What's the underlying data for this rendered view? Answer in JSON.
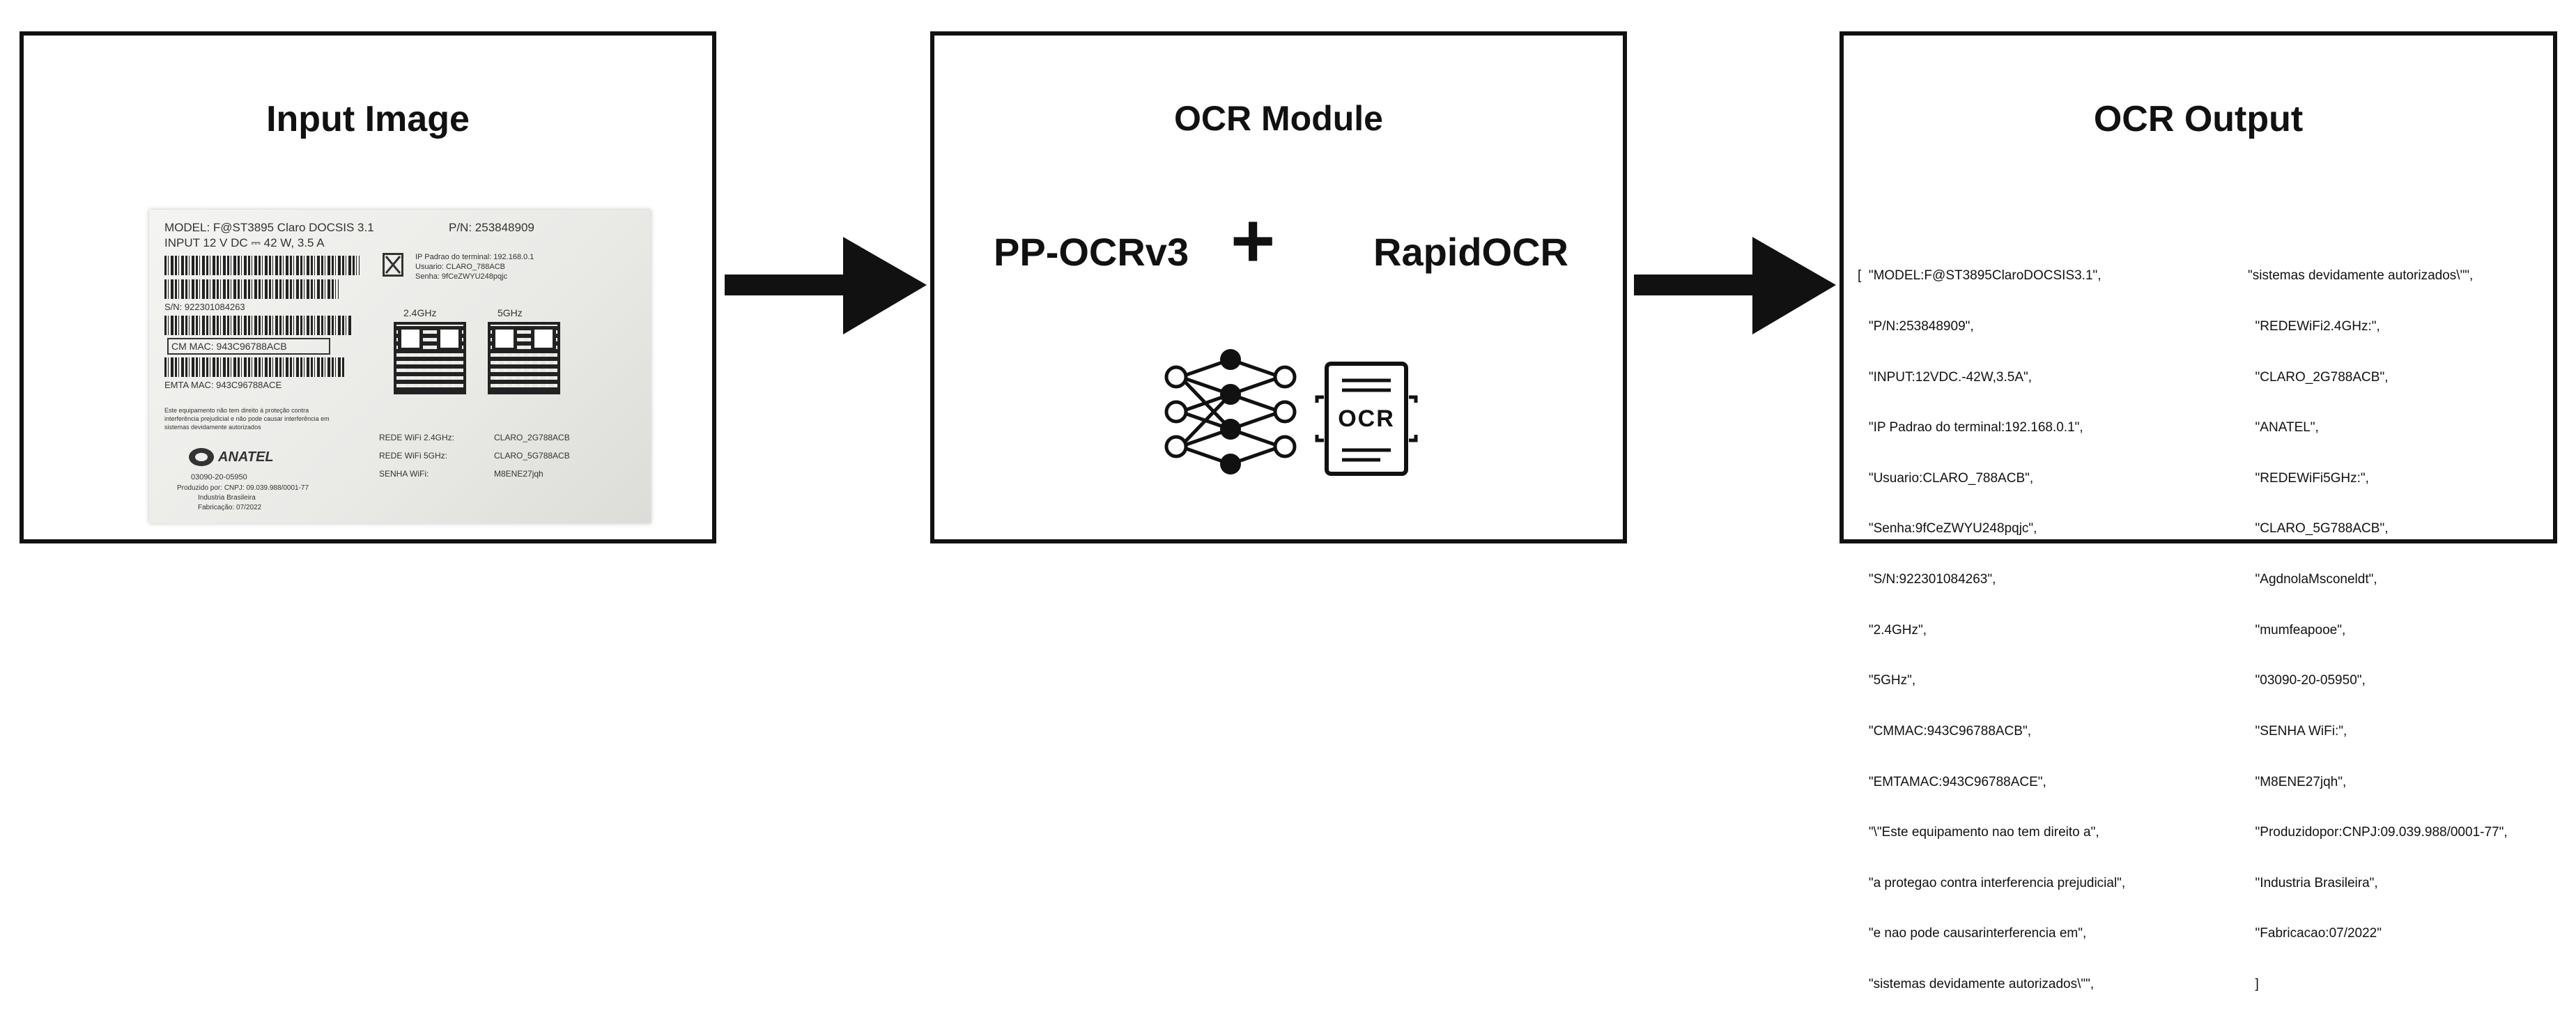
{
  "panels": {
    "input": {
      "title": "Input Image"
    },
    "module": {
      "title": "OCR Module",
      "left_label": "PP-OCRv3",
      "plus": "+",
      "right_label": "RapidOCR"
    },
    "output": {
      "title": "OCR Output"
    }
  },
  "icons": {
    "neural_network": "neural-network-icon",
    "ocr_document": "ocr-document-icon",
    "ocr_badge_text": "OCR"
  },
  "label_image": {
    "model_line": "MODEL: F@ST3895 Claro DOCSIS 3.1",
    "pn_line": "P/N: 253848909",
    "input_line": "INPUT 12 V DC ⎓ 42 W, 3.5 A",
    "sn_line": "S/N: 922301084263",
    "cm_mac": "CM MAC: 943C96788ACB",
    "emta_mac": "EMTA MAC: 943C96788ACE",
    "ip_line": "IP Padrao do terminal: 192.168.0.1",
    "usuario_line": "Usuario: CLARO_788ACB",
    "senha_line": "Senha: 9fCeZWYU248pqjc",
    "freq_24": "2.4GHz",
    "freq_5": "5GHz",
    "anatel": "ANATEL",
    "anatel_code": "03090-20-05950",
    "produzido": "Produzido por: CNPJ: 09.039.988/0001-77",
    "industria": "Industria Brasileira",
    "fabricacao": "Fabricação: 07/2022",
    "rede_24_k": "REDE WiFi 2.4GHz:",
    "rede_24_v": "CLARO_2G788ACB",
    "rede_5_k": "REDE WiFi 5GHz:",
    "rede_5_v": "CLARO_5G788ACB",
    "senha_wifi_k": "SENHA WiFi:",
    "senha_wifi_v": "M8ENE27jqh",
    "disclaimer": "Este equipamento não tem direito à proteção contra interferência prejudicial e não pode causar interferência em sistemas devidamente autorizados"
  },
  "ocr_output": {
    "left_column": [
      "[  \"MODEL:F@ST3895ClaroDOCSIS3.1\",",
      "   \"P/N:253848909\",",
      "   \"INPUT:12VDC.-42W,3.5A\",",
      "   \"IP Padrao do terminal:192.168.0.1\",",
      "   \"Usuario:CLARO_788ACB\",",
      "   \"Senha:9fCeZWYU248pqjc\",",
      "   \"S/N:922301084263\",",
      "   \"2.4GHz\",",
      "   \"5GHz\",",
      "   \"CMMAC:943C96788ACB\",",
      "   \"EMTAMAC:943C96788ACE\",",
      "   \"\\\"Este equipamento nao tem direito a\",",
      "   \"a protegao contra interferencia prejudicial\",",
      "   \"e nao pode causarinterferencia em\",",
      "   \"sistemas devidamente autorizados\\\"\","
    ],
    "right_column": [
      "\"sistemas devidamente autorizados\\\"\",",
      "  \"REDEWiFi2.4GHz:\",",
      "  \"CLARO_2G788ACB\",",
      "  \"ANATEL\",",
      "  \"REDEWiFi5GHz:\",",
      "  \"CLARO_5G788ACB\",",
      "  \"AgdnolaMsconeldt\",",
      "  \"mumfeapooe\",",
      "  \"03090-20-05950\",",
      "  \"SENHA WiFi:\",",
      "  \"M8ENE27jqh\",",
      "  \"Produzidopor:CNPJ:09.039.988/0001-77\",",
      "  \"Industria Brasileira\",",
      "  \"Fabricacao:07/2022\"",
      "  ]"
    ]
  },
  "colors": {
    "stroke": "#111111",
    "background": "#ffffff"
  }
}
